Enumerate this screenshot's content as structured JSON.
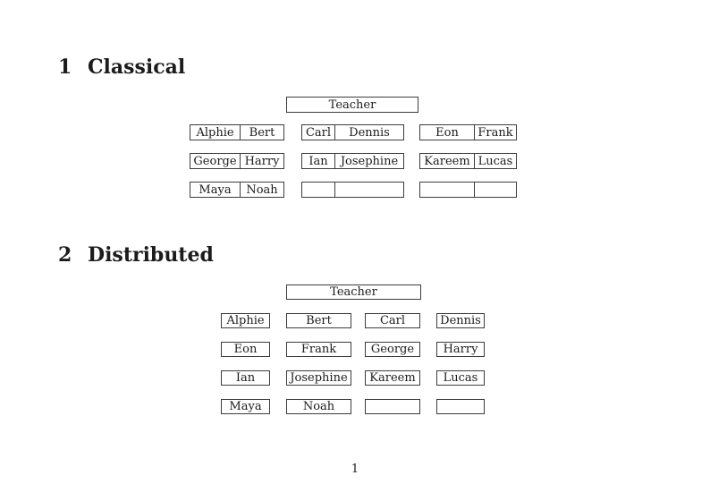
{
  "document": {
    "page_number": "1",
    "colors": {
      "background": "#ffffff",
      "border": "#3c3c3c",
      "text": "#1c1c1c"
    },
    "sections": [
      {
        "number": "1",
        "title": "Classical",
        "teacher_label": "Teacher",
        "desks": [
          [
            {
              "left": "Alphie",
              "right": "Bert"
            },
            {
              "left": "Carl",
              "right": "Dennis"
            },
            {
              "left": "Eon",
              "right": "Frank"
            }
          ],
          [
            {
              "left": "George",
              "right": "Harry"
            },
            {
              "left": "Ian",
              "right": "Josephine"
            },
            {
              "left": "Kareem",
              "right": "Lucas"
            }
          ],
          [
            {
              "left": "Maya",
              "right": "Noah"
            },
            {
              "left": "",
              "right": ""
            },
            {
              "left": "",
              "right": ""
            }
          ]
        ]
      },
      {
        "number": "2",
        "title": "Distributed",
        "teacher_label": "Teacher",
        "seats": [
          [
            "Alphie",
            "Bert",
            "Carl",
            "Dennis"
          ],
          [
            "Eon",
            "Frank",
            "George",
            "Harry"
          ],
          [
            "Ian",
            "Josephine",
            "Kareem",
            "Lucas"
          ],
          [
            "Maya",
            "Noah",
            "",
            ""
          ]
        ]
      }
    ]
  }
}
